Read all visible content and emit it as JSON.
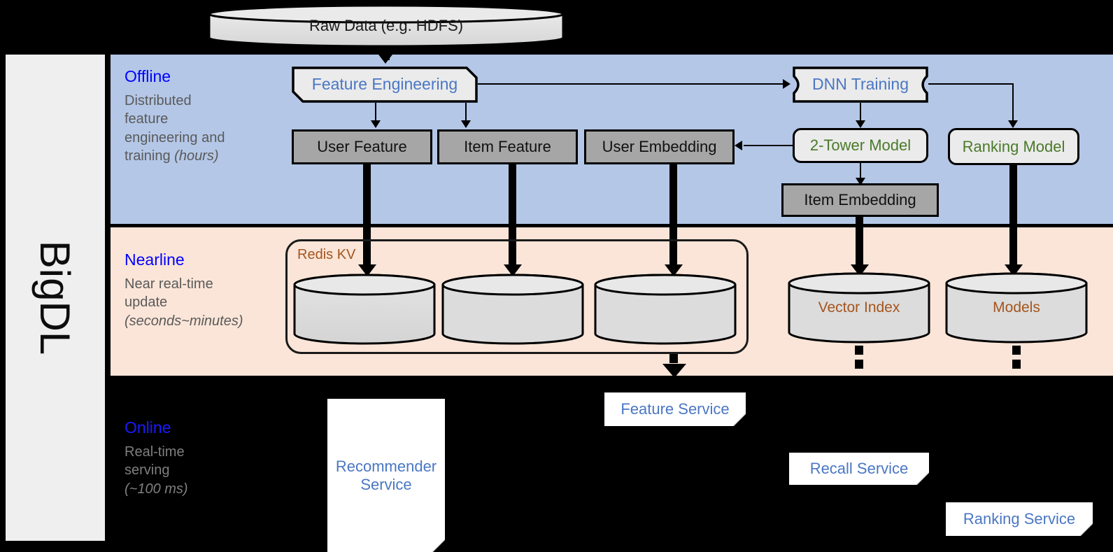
{
  "framework": {
    "name": "BigDL"
  },
  "colors": {
    "offline_band": "#b4c7e7",
    "nearline_band": "#fae5d8",
    "online_band": "#000000",
    "rail": "#efefef",
    "title_blue": "#0000ff",
    "node_blue_text": "#4a77c4",
    "node_green_text": "#4a7a2a",
    "redis_brown": "#a5551d",
    "gray_node": "#a6a6a6",
    "light_node": "#ebebeb"
  },
  "source": {
    "raw_data": {
      "label": "Raw Data (e.g. HDFS)",
      "shape": "cylinder"
    }
  },
  "bands": {
    "offline": {
      "title": "Offline",
      "desc_line1": "Distributed",
      "desc_line2": "feature",
      "desc_line3": "engineering and",
      "desc_line4": "training ",
      "desc_emphasis": "(hours)"
    },
    "nearline": {
      "title": "Nearline",
      "desc_line1": "Near real-time",
      "desc_line2": "update",
      "desc_emphasis": "(seconds~minutes)"
    },
    "online": {
      "title": "Online",
      "desc_line1": "Real-time",
      "desc_line2": "serving",
      "desc_emphasis": "(~100 ms)"
    }
  },
  "offline_nodes": {
    "feature_engineering": {
      "label": "Feature Engineering",
      "shape": "chamfer",
      "text_color": "#4a77c4"
    },
    "dnn_training": {
      "label": "DNN Training",
      "shape": "card",
      "text_color": "#4a77c4"
    },
    "user_feature": {
      "label": "User Feature",
      "shape": "rect",
      "fill": "#a6a6a6"
    },
    "item_feature": {
      "label": "Item Feature",
      "shape": "rect",
      "fill": "#a6a6a6"
    },
    "user_embedding": {
      "label": "User Embedding",
      "shape": "rect",
      "fill": "#a6a6a6"
    },
    "item_embedding": {
      "label": "Item Embedding",
      "shape": "rect",
      "fill": "#a6a6a6"
    },
    "two_tower_model": {
      "label": "2-Tower Model",
      "shape": "rounded",
      "text_color": "#4a7a2a"
    },
    "ranking_model": {
      "label": "Ranking Model",
      "shape": "rounded",
      "text_color": "#4a7a2a"
    }
  },
  "nearline_nodes": {
    "redis_group_label": "Redis KV",
    "store_user_feature": {
      "label": "",
      "shape": "cylinder"
    },
    "store_item_feature": {
      "label": "",
      "shape": "cylinder"
    },
    "store_user_embedding": {
      "label": "",
      "shape": "cylinder"
    },
    "vector_index": {
      "label": "Vector Index",
      "shape": "cylinder",
      "text_color": "#a5551d"
    },
    "models": {
      "label": "Models",
      "shape": "cylinder",
      "text_color": "#a5551d"
    }
  },
  "online_nodes": {
    "recommender_service": {
      "label_line1": "Recommender",
      "label_line2": "Service",
      "shape": "document"
    },
    "feature_service": {
      "label": "Feature Service",
      "shape": "document"
    },
    "recall_service": {
      "label": "Recall Service",
      "shape": "document"
    },
    "ranking_service": {
      "label": "Ranking Service",
      "shape": "document"
    }
  }
}
